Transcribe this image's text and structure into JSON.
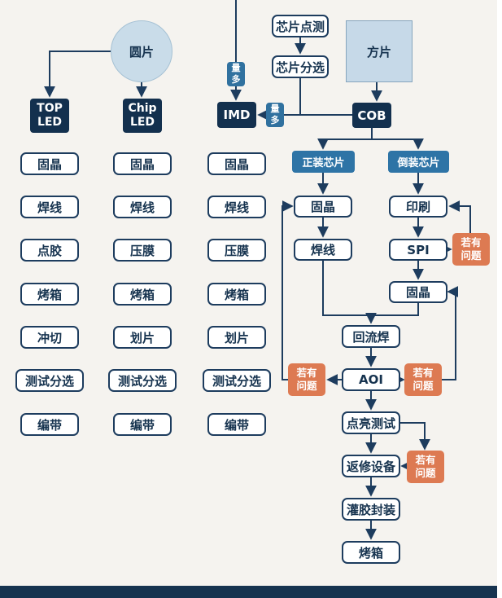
{
  "colors": {
    "navy": "#16334f",
    "dark_box": "#13304e",
    "branch_blue": "#2e74a6",
    "problem_orange": "#dd7a52",
    "badge_blue": "#30719f",
    "light_blue_fill": "#c9dce9",
    "background": "#f5f3ef"
  },
  "nodes": {
    "wafer": "圆片",
    "chip_test": "芯片点测",
    "chip_sort": "芯片分选",
    "square": "方片",
    "volume_more": "量多",
    "cob": "COB"
  },
  "columns": [
    {
      "header": "TOP LED",
      "steps": [
        "固晶",
        "焊线",
        "点胶",
        "烤箱",
        "冲切",
        "测试分选",
        "编带"
      ]
    },
    {
      "header": "Chip LED",
      "steps": [
        "固晶",
        "焊线",
        "压膜",
        "烤箱",
        "划片",
        "测试分选",
        "编带"
      ]
    },
    {
      "header": "IMD",
      "steps": [
        "固晶",
        "焊线",
        "压膜",
        "烤箱",
        "划片",
        "测试分选",
        "编带"
      ]
    }
  ],
  "cob_flow": {
    "normal_die": {
      "label": "正装芯片",
      "steps": [
        "固晶",
        "焊线"
      ]
    },
    "flip_die": {
      "label": "倒装芯片",
      "steps": [
        "印刷",
        "SPI",
        "固晶"
      ]
    },
    "main": [
      "回流焊",
      "AOI",
      "点亮测试",
      "返修设备",
      "灌胶封装",
      "烤箱"
    ],
    "problem": "若有问题"
  }
}
